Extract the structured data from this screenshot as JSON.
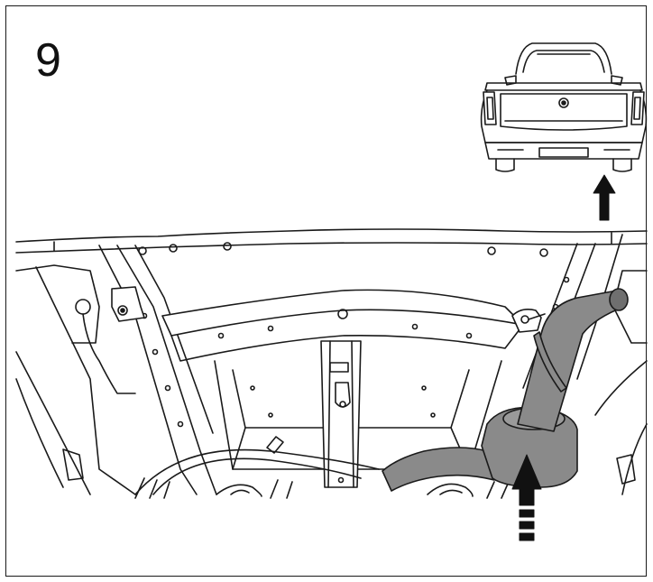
{
  "step": {
    "number": "9"
  },
  "colors": {
    "line": "#1a1a1a",
    "exhaust_fill": "#8a8a8a",
    "exhaust_dark": "#6f6f6f",
    "background": "#ffffff"
  },
  "icons": [
    "vehicle-rear-view",
    "up-arrow",
    "dashed-up-arrow",
    "exhaust-silencer",
    "rear-chassis-frame"
  ]
}
